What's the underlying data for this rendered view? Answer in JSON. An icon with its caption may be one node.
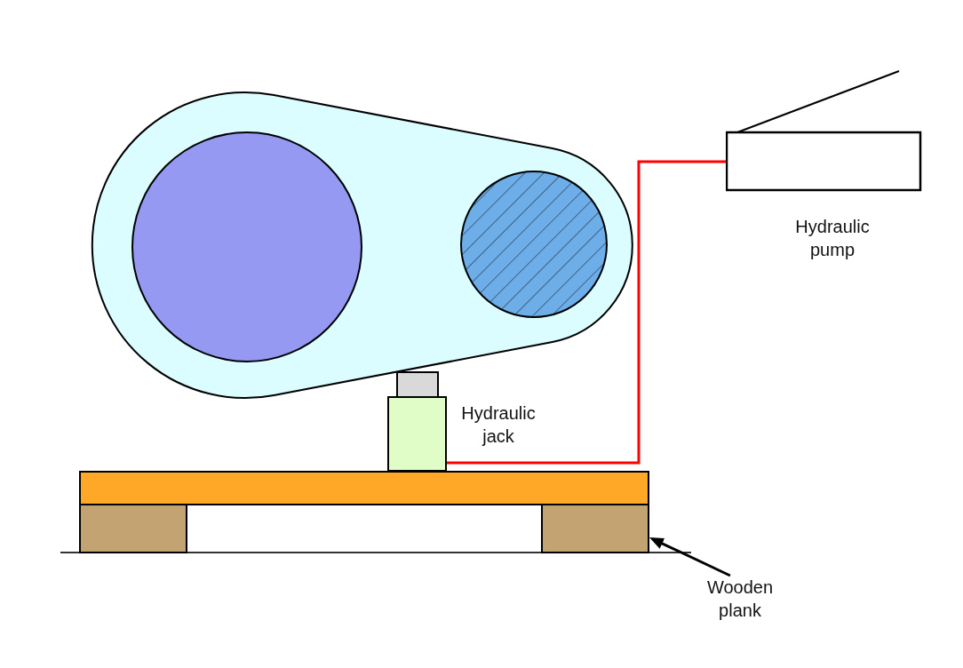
{
  "diagram": {
    "nodes": [
      {
        "text": [
          "Hydraulic pump"
        ]
      },
      {
        "text": [
          "Hydraulic jack"
        ]
      },
      {
        "text": [],
        "shape": "box"
      },
      {
        "text": [],
        "shape": "box"
      },
      {
        "text": [],
        "shape": "box"
      },
      {
        "text": [
          "Wooden plank"
        ]
      }
    ],
    "edges": [
      {
        "from": 0,
        "to": 1,
        "arrow": "none",
        "color": "#ff0000"
      },
      {
        "from": 5,
        "to": 4,
        "arrow": "to",
        "color": "#000000"
      }
    ]
  }
}
